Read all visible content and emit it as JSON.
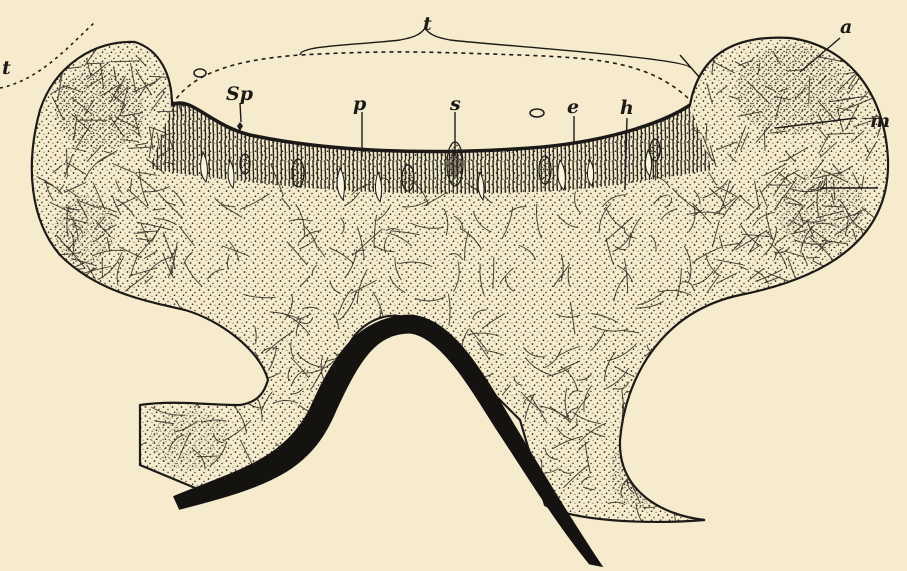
{
  "figure": {
    "background": "#f6eccd",
    "ink": "#1c1a16",
    "labels": {
      "t_left": "t",
      "t_top": "t",
      "sp": "Sp",
      "p": "p",
      "s": "s",
      "e": "e",
      "h": "h",
      "a": "a",
      "m": "m"
    }
  }
}
